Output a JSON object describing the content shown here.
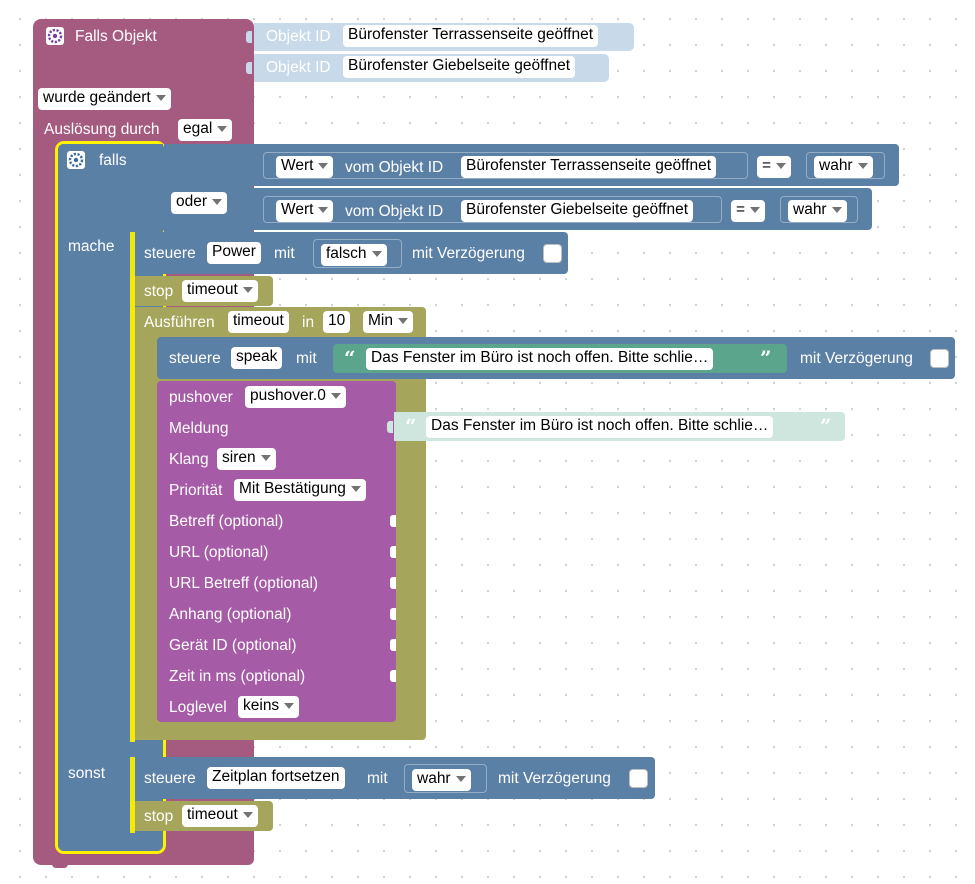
{
  "trigger": {
    "title": "Falls Objekt",
    "objid_label": "Objekt ID",
    "objid1": "Bürofenster Terrassenseite geöffnet",
    "objid2": "Bürofenster Giebelseite geöffnet",
    "changed": "wurde geändert",
    "triggered_by_label": "Auslösung durch",
    "triggered_by_value": "egal"
  },
  "ifblock": {
    "falls": "falls",
    "mache": "mache",
    "sonst": "sonst",
    "oder": "oder",
    "cond1": {
      "wert": "Wert",
      "vom": "vom Objekt ID",
      "obj": "Bürofenster Terrassenseite geöffnet",
      "op": "=",
      "val": "wahr"
    },
    "cond2": {
      "wert": "Wert",
      "vom": "vom Objekt ID",
      "obj": "Bürofenster Giebelseite geöffnet",
      "op": "=",
      "val": "wahr"
    }
  },
  "control1": {
    "steuere": "steuere",
    "target": "Power",
    "mit": "mit",
    "value": "falsch",
    "delay": "mit Verzögerung"
  },
  "stop1": {
    "stop": "stop",
    "name": "timeout"
  },
  "timeout": {
    "label": "Ausführen",
    "name": "timeout",
    "in": "in",
    "number": "10",
    "unit": "Min"
  },
  "speak": {
    "steuere": "steuere",
    "target": "speak",
    "mit": "mit",
    "text": "Das Fenster im Büro ist noch offen. Bitte schlie…",
    "delay": "mit Verzögerung"
  },
  "pushover": {
    "label": "pushover",
    "instance": "pushover.0",
    "meldung": "Meldung",
    "message": "Das Fenster im Büro ist noch offen. Bitte schlie…",
    "klang": "Klang",
    "sound": "siren",
    "prio_label": "Priorität",
    "priority": "Mit Bestätigung",
    "betreff": "Betreff (optional)",
    "url": "URL (optional)",
    "url_betreff": "URL Betreff (optional)",
    "anhang": "Anhang (optional)",
    "geraet": "Gerät ID (optional)",
    "zeit": "Zeit in ms (optional)",
    "loglevel_label": "Loglevel",
    "loglevel": "keins"
  },
  "control2": {
    "steuere": "steuere",
    "target": "Zeitplan fortsetzen",
    "mit": "mit",
    "value": "wahr",
    "delay": "mit Verzögerung"
  },
  "stop2": {
    "stop": "stop",
    "name": "timeout"
  },
  "colors": {
    "trigger": "#a55b80",
    "control": "#5b80a5",
    "timer": "#a5a55b",
    "pushover": "#a55ba5",
    "text": "#5ba58c",
    "selection": "#fff200"
  }
}
